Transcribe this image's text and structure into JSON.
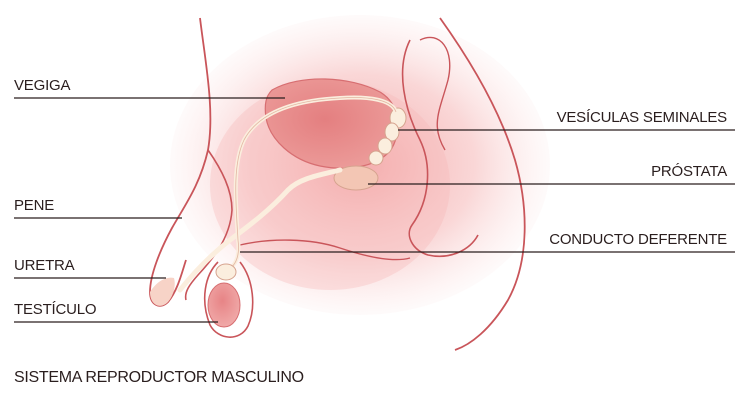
{
  "labels": {
    "bladder": "VEGIGA",
    "penis": "PENE",
    "urethra": "URETRA",
    "testicle": "TESTÍCULO",
    "seminal_vesicles": "VESÍCULAS SEMINALES",
    "prostate": "PRÓSTATA",
    "vas_deferens": "CONDUCTO DEFERENTE"
  },
  "caption": "SISTEMA REPRODUCTOR MASCULINO",
  "colors": {
    "background": "#ffffff",
    "skin_outline": "#c9555a",
    "tissue_glow": "#f4b2b2",
    "organ": "#e78f8f",
    "tubes": "#fbeede",
    "leader_line": "#2a1e1e"
  }
}
